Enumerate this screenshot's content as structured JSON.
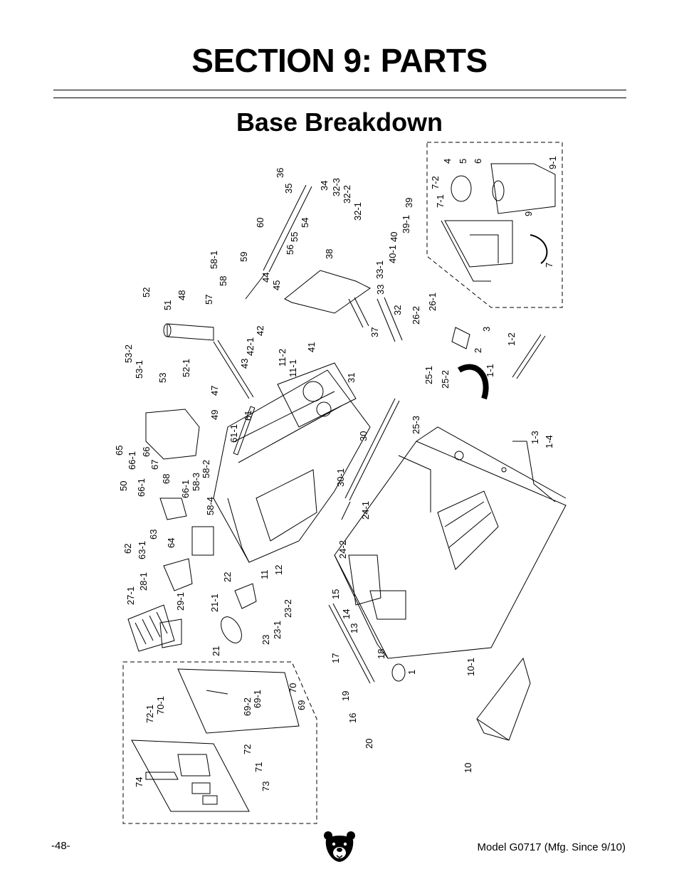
{
  "header": {
    "section_title": "SECTION 9: PARTS",
    "sub_title": "Base Breakdown"
  },
  "footer": {
    "page_number": "-48-",
    "model_text": "Model G0717 (Mfg. Since 9/10)"
  },
  "logo": {
    "icon": "grizzly-bear-head-icon"
  },
  "diagram": {
    "callouts": [
      {
        "id": "c1",
        "text": "36"
      },
      {
        "id": "c2",
        "text": "35"
      },
      {
        "id": "c3",
        "text": "34"
      },
      {
        "id": "c4",
        "text": "32-3"
      },
      {
        "id": "c5",
        "text": "32-2"
      },
      {
        "id": "c6",
        "text": "32-1"
      },
      {
        "id": "c7",
        "text": "60"
      },
      {
        "id": "c8",
        "text": "54"
      },
      {
        "id": "c9",
        "text": "55"
      },
      {
        "id": "c10",
        "text": "56"
      },
      {
        "id": "c11",
        "text": "38"
      },
      {
        "id": "c12",
        "text": "58-1"
      },
      {
        "id": "c13",
        "text": "59"
      },
      {
        "id": "c14",
        "text": "58"
      },
      {
        "id": "c15",
        "text": "44"
      },
      {
        "id": "c16",
        "text": "45"
      },
      {
        "id": "c17",
        "text": "57"
      },
      {
        "id": "c18",
        "text": "52"
      },
      {
        "id": "c19",
        "text": "51"
      },
      {
        "id": "c20",
        "text": "48"
      },
      {
        "id": "c21",
        "text": "39"
      },
      {
        "id": "c22",
        "text": "39-1"
      },
      {
        "id": "c23",
        "text": "40"
      },
      {
        "id": "c24",
        "text": "40-1"
      },
      {
        "id": "c25",
        "text": "33-1"
      },
      {
        "id": "c26",
        "text": "33"
      },
      {
        "id": "c27",
        "text": "37"
      },
      {
        "id": "c28",
        "text": "32"
      },
      {
        "id": "c29",
        "text": "26-2"
      },
      {
        "id": "c30",
        "text": "26-1"
      },
      {
        "id": "c31",
        "text": "42"
      },
      {
        "id": "c32",
        "text": "42-1"
      },
      {
        "id": "c33",
        "text": "41"
      },
      {
        "id": "c34",
        "text": "11-2"
      },
      {
        "id": "c35",
        "text": "11-1"
      },
      {
        "id": "c36",
        "text": "43"
      },
      {
        "id": "c37",
        "text": "53-2"
      },
      {
        "id": "c38",
        "text": "53-1"
      },
      {
        "id": "c39",
        "text": "53"
      },
      {
        "id": "c40",
        "text": "52-1"
      },
      {
        "id": "c41",
        "text": "47"
      },
      {
        "id": "c42",
        "text": "49"
      },
      {
        "id": "c43",
        "text": "61"
      },
      {
        "id": "c44",
        "text": "61-1"
      },
      {
        "id": "c45",
        "text": "31"
      },
      {
        "id": "c46",
        "text": "30"
      },
      {
        "id": "c47",
        "text": "30-1"
      },
      {
        "id": "c48",
        "text": "65"
      },
      {
        "id": "c49",
        "text": "66-1"
      },
      {
        "id": "c50",
        "text": "66"
      },
      {
        "id": "c51",
        "text": "67"
      },
      {
        "id": "c52",
        "text": "68"
      },
      {
        "id": "c53",
        "text": "66-1"
      },
      {
        "id": "c54",
        "text": "58-2"
      },
      {
        "id": "c55",
        "text": "58-3"
      },
      {
        "id": "c56",
        "text": "58-4"
      },
      {
        "id": "c57",
        "text": "50"
      },
      {
        "id": "c58",
        "text": "66-1"
      },
      {
        "id": "c59",
        "text": "62"
      },
      {
        "id": "c60",
        "text": "63-1"
      },
      {
        "id": "c61",
        "text": "63"
      },
      {
        "id": "c62",
        "text": "64"
      },
      {
        "id": "c63",
        "text": "24-1"
      },
      {
        "id": "c64",
        "text": "24-2"
      },
      {
        "id": "c65",
        "text": "25-3"
      },
      {
        "id": "c66",
        "text": "25-1"
      },
      {
        "id": "c67",
        "text": "25-2"
      },
      {
        "id": "c68",
        "text": "3"
      },
      {
        "id": "c69",
        "text": "2"
      },
      {
        "id": "c70",
        "text": "1-2"
      },
      {
        "id": "c71",
        "text": "1-1"
      },
      {
        "id": "c72",
        "text": "1-3"
      },
      {
        "id": "c73",
        "text": "1-4"
      },
      {
        "id": "c74",
        "text": "27-1"
      },
      {
        "id": "c75",
        "text": "28-1"
      },
      {
        "id": "c76",
        "text": "29-1"
      },
      {
        "id": "c77",
        "text": "21-1"
      },
      {
        "id": "c78",
        "text": "22"
      },
      {
        "id": "c79",
        "text": "11"
      },
      {
        "id": "c80",
        "text": "12"
      },
      {
        "id": "c81",
        "text": "21"
      },
      {
        "id": "c82",
        "text": "23"
      },
      {
        "id": "c83",
        "text": "23-1"
      },
      {
        "id": "c84",
        "text": "23-2"
      },
      {
        "id": "c85",
        "text": "15"
      },
      {
        "id": "c86",
        "text": "14"
      },
      {
        "id": "c87",
        "text": "13"
      },
      {
        "id": "c88",
        "text": "17"
      },
      {
        "id": "c89",
        "text": "18"
      },
      {
        "id": "c90",
        "text": "1"
      },
      {
        "id": "c91",
        "text": "19"
      },
      {
        "id": "c92",
        "text": "16"
      },
      {
        "id": "c93",
        "text": "20"
      },
      {
        "id": "c94",
        "text": "10-1"
      },
      {
        "id": "c95",
        "text": "10"
      },
      {
        "id": "c96",
        "text": "72-1"
      },
      {
        "id": "c97",
        "text": "70-1"
      },
      {
        "id": "c98",
        "text": "69-2"
      },
      {
        "id": "c99",
        "text": "69-1"
      },
      {
        "id": "c100",
        "text": "70"
      },
      {
        "id": "c101",
        "text": "69"
      },
      {
        "id": "c102",
        "text": "72"
      },
      {
        "id": "c103",
        "text": "71"
      },
      {
        "id": "c104",
        "text": "74"
      },
      {
        "id": "c105",
        "text": "73"
      },
      {
        "id": "c106",
        "text": "4"
      },
      {
        "id": "c107",
        "text": "5"
      },
      {
        "id": "c108",
        "text": "6"
      },
      {
        "id": "c109",
        "text": "7-2"
      },
      {
        "id": "c110",
        "text": "7-1"
      },
      {
        "id": "c111",
        "text": "9-1"
      },
      {
        "id": "c112",
        "text": "9"
      },
      {
        "id": "c113",
        "text": "7"
      }
    ]
  }
}
